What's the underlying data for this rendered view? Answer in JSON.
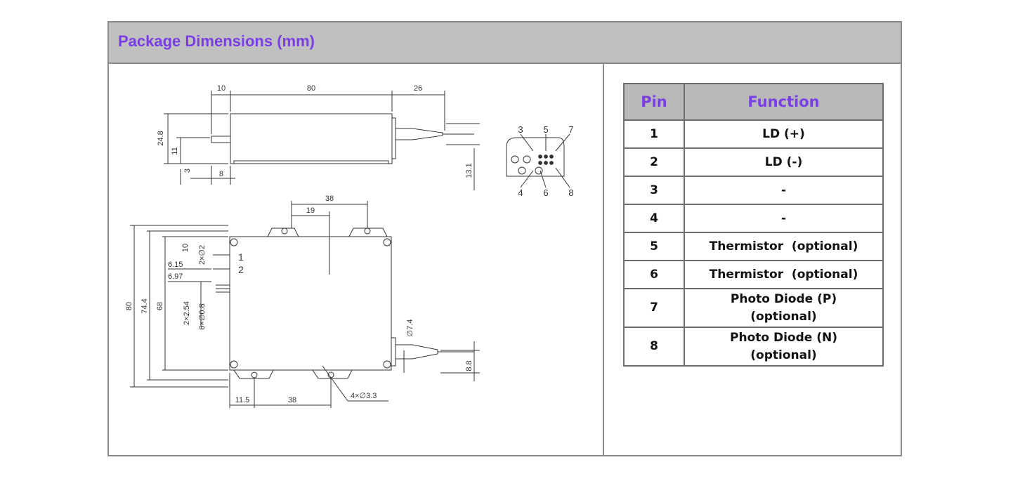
{
  "header": {
    "title": "Package Dimensions (mm)"
  },
  "drawing": {
    "side_view": {
      "d10": "10",
      "d80": "80",
      "d26": "26",
      "d24_8": "24.8",
      "d11": "11",
      "d3": "3",
      "d8": "8",
      "d13_1": "13.1"
    },
    "top_view": {
      "d38_top": "38",
      "d19": "19",
      "d10": "10",
      "d2xd2": "2×∅2",
      "d6_15": "6.15",
      "d6_97": "6.97",
      "d80": "80",
      "d74_4": "74.4",
      "d68": "68",
      "d2x2_54": "2×2.54",
      "d6xd0_8": "6×∅0.8",
      "d7_4": "∅7.4",
      "d8_8": "8.8",
      "d11_5": "11.5",
      "d38_bottom": "38",
      "hole": "4×∅3.3",
      "pin1": "1",
      "pin2": "2"
    },
    "end_view": {
      "p3": "3",
      "p5": "5",
      "p7": "7",
      "p4": "4",
      "p6": "6",
      "p8": "8"
    }
  },
  "pin_table": {
    "headers": [
      "Pin",
      "Function"
    ],
    "rows": [
      {
        "pin": "1",
        "function": "LD (+)"
      },
      {
        "pin": "2",
        "function": "LD (-)"
      },
      {
        "pin": "3",
        "function": "-"
      },
      {
        "pin": "4",
        "function": "-"
      },
      {
        "pin": "5",
        "function": "Thermistor  (optional)"
      },
      {
        "pin": "6",
        "function": "Thermistor  (optional)"
      },
      {
        "pin": "7",
        "function": "Photo Diode (P)",
        "function2": "(optional)"
      },
      {
        "pin": "8",
        "function": "Photo Diode (N)",
        "function2": "(optional)"
      }
    ]
  },
  "colors": {
    "accent": "#7a3fe4",
    "header_bg": "#c0c0c0",
    "border": "#8a8a8a"
  }
}
